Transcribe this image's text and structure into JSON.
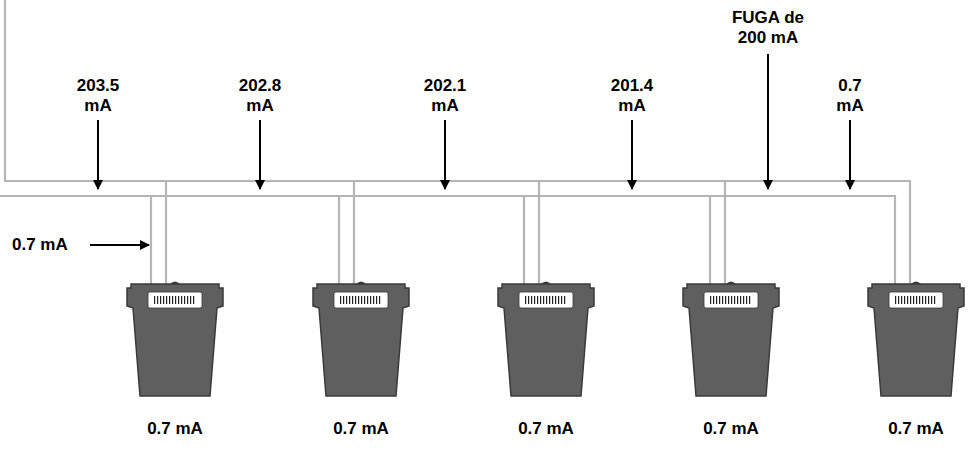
{
  "diagram": {
    "labels": [
      "203.5 mA",
      "202.8 mA",
      "202.1 mA",
      "201.4 mA",
      "FUGA de 200 mA",
      "0.7 mA",
      "0.7 mA",
      "0.7 mA",
      "0.7 mA",
      "0.7 mA",
      "0.7 mA",
      "0.7 mA"
    ]
  }
}
